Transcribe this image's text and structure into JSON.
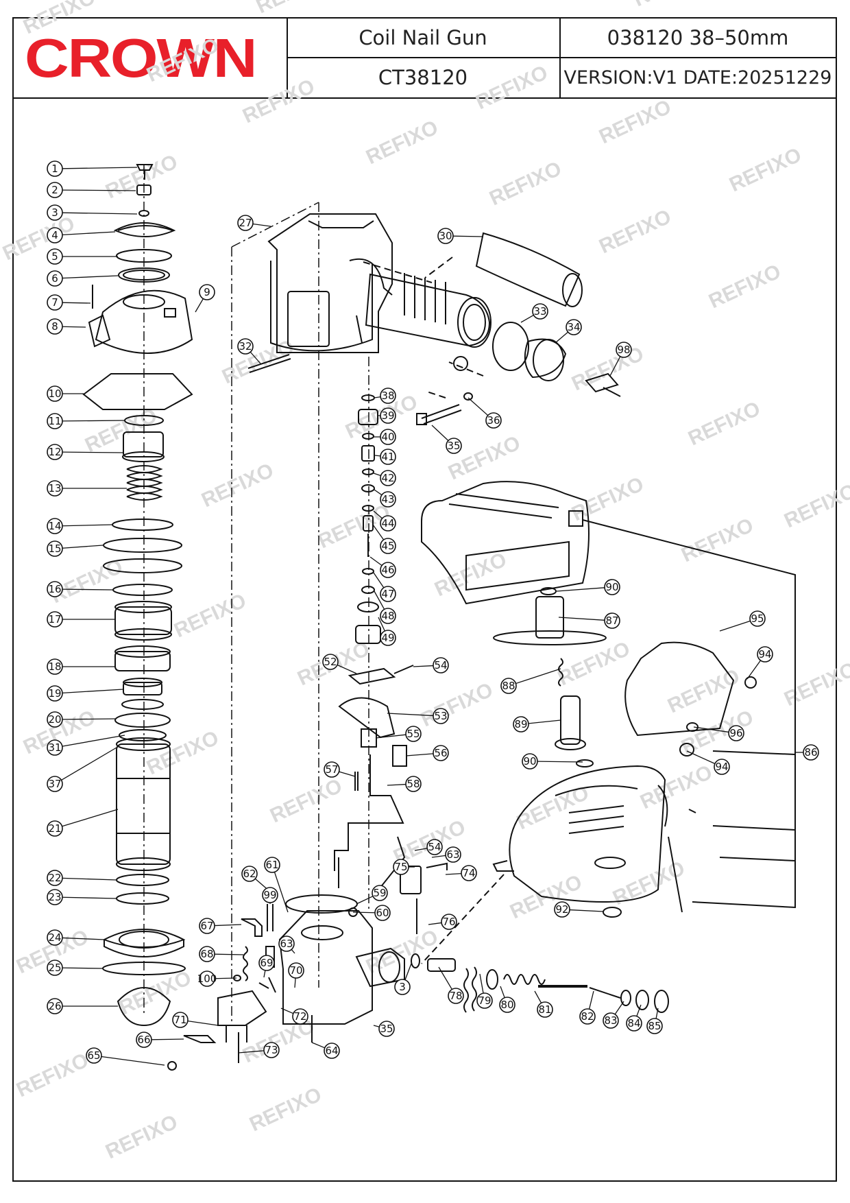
{
  "header": {
    "brand": "CROWN",
    "product_name": "Coil Nail Gun",
    "model": "CT38120",
    "code_range": "038120  38–50mm",
    "version_date": "VERSION:V1  DATE:20251229"
  },
  "watermark": "REFIXO",
  "colors": {
    "brand_red": "#e8202a",
    "line": "#111111",
    "watermark": "#d9d9d9"
  },
  "callouts": [
    {
      "n": "1"
    },
    {
      "n": "2"
    },
    {
      "n": "3"
    },
    {
      "n": "4"
    },
    {
      "n": "5"
    },
    {
      "n": "6"
    },
    {
      "n": "7"
    },
    {
      "n": "8"
    },
    {
      "n": "9"
    },
    {
      "n": "10"
    },
    {
      "n": "11"
    },
    {
      "n": "12"
    },
    {
      "n": "13"
    },
    {
      "n": "14"
    },
    {
      "n": "15"
    },
    {
      "n": "16"
    },
    {
      "n": "17"
    },
    {
      "n": "18"
    },
    {
      "n": "19"
    },
    {
      "n": "20"
    },
    {
      "n": "31"
    },
    {
      "n": "37"
    },
    {
      "n": "21"
    },
    {
      "n": "22"
    },
    {
      "n": "23"
    },
    {
      "n": "24"
    },
    {
      "n": "25"
    },
    {
      "n": "26"
    },
    {
      "n": "27"
    },
    {
      "n": "30"
    },
    {
      "n": "32"
    },
    {
      "n": "33"
    },
    {
      "n": "34"
    },
    {
      "n": "98"
    },
    {
      "n": "35"
    },
    {
      "n": "36"
    },
    {
      "n": "38"
    },
    {
      "n": "39"
    },
    {
      "n": "40"
    },
    {
      "n": "41"
    },
    {
      "n": "42"
    },
    {
      "n": "43"
    },
    {
      "n": "44"
    },
    {
      "n": "45"
    },
    {
      "n": "46"
    },
    {
      "n": "47"
    },
    {
      "n": "48"
    },
    {
      "n": "49"
    },
    {
      "n": "52"
    },
    {
      "n": "54"
    },
    {
      "n": "53"
    },
    {
      "n": "55"
    },
    {
      "n": "56"
    },
    {
      "n": "57"
    },
    {
      "n": "58"
    },
    {
      "n": "90"
    },
    {
      "n": "87"
    },
    {
      "n": "88"
    },
    {
      "n": "89"
    },
    {
      "n": "90"
    },
    {
      "n": "95"
    },
    {
      "n": "94"
    },
    {
      "n": "96"
    },
    {
      "n": "94"
    },
    {
      "n": "86"
    },
    {
      "n": "92"
    },
    {
      "n": "54"
    },
    {
      "n": "63"
    },
    {
      "n": "75"
    },
    {
      "n": "74"
    },
    {
      "n": "76"
    },
    {
      "n": "62"
    },
    {
      "n": "61"
    },
    {
      "n": "99"
    },
    {
      "n": "59"
    },
    {
      "n": "60"
    },
    {
      "n": "67"
    },
    {
      "n": "63"
    },
    {
      "n": "68"
    },
    {
      "n": "69"
    },
    {
      "n": "70"
    },
    {
      "n": "100"
    },
    {
      "n": "3"
    },
    {
      "n": "78"
    },
    {
      "n": "79"
    },
    {
      "n": "80"
    },
    {
      "n": "81"
    },
    {
      "n": "82"
    },
    {
      "n": "83"
    },
    {
      "n": "84"
    },
    {
      "n": "85"
    },
    {
      "n": "71"
    },
    {
      "n": "72"
    },
    {
      "n": "35"
    },
    {
      "n": "66"
    },
    {
      "n": "73"
    },
    {
      "n": "64"
    },
    {
      "n": "65"
    }
  ]
}
